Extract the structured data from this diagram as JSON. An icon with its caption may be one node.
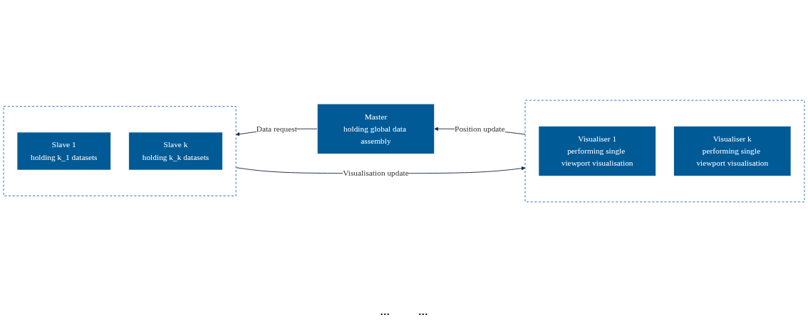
{
  "diagram": {
    "nodes": [
      {
        "text": [],
        "shape": "box"
      },
      {
        "text": [
          "Slave 1",
          "holding k_1 datasets"
        ],
        "in": 0
      },
      {
        "text": [
          "Slave k",
          "holding k_k datasets"
        ],
        "in": 0
      },
      {
        "text": [
          "Master",
          "holding global data assembly"
        ]
      },
      {
        "text": [],
        "shape": "box"
      },
      {
        "text": [
          "Visualiser 1",
          "performing single viewport visualisation"
        ],
        "in": 4
      },
      {
        "text": [
          "Visualiser k",
          "performing single viewport visualisation"
        ],
        "in": 4
      }
    ],
    "edges": [
      {
        "from": 3,
        "to": 0,
        "arrow": "to",
        "label": "Data request"
      },
      {
        "from": 4,
        "to": 3,
        "arrow": "to",
        "label": "Position update"
      },
      {
        "from": 0,
        "to": 4,
        "arrow": "to",
        "label": "Visualisation update"
      }
    ],
    "labels": [
      "...",
      "..."
    ]
  }
}
